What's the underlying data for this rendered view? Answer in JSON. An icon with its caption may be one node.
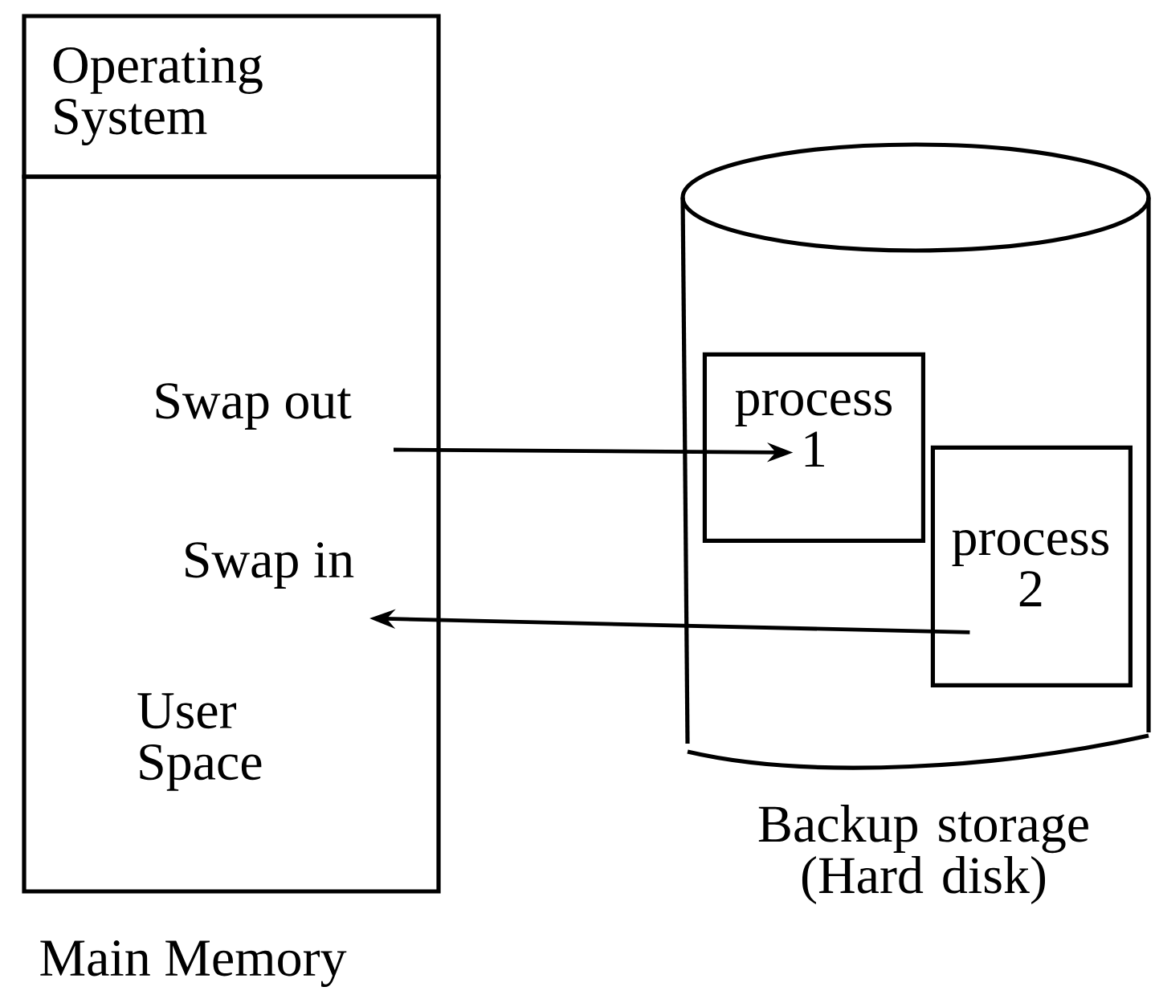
{
  "diagram": {
    "nodes": [
      {
        "text": [
          "Operating System"
        ]
      },
      {
        "text": [
          "User Space"
        ],
        "beside": [
          "Main Memory"
        ]
      },
      {
        "text": [
          "Backup storage (Hard disk)"
        ]
      },
      {
        "text": [
          "process 1"
        ],
        "in": 2
      },
      {
        "text": [
          "process 2"
        ],
        "in": 2
      }
    ],
    "edges": [
      {
        "from": 1,
        "to": 3,
        "arrow": "to",
        "label": "Swap out"
      },
      {
        "from": 4,
        "to": 1,
        "arrow": "to",
        "label": "Swap in"
      }
    ]
  }
}
